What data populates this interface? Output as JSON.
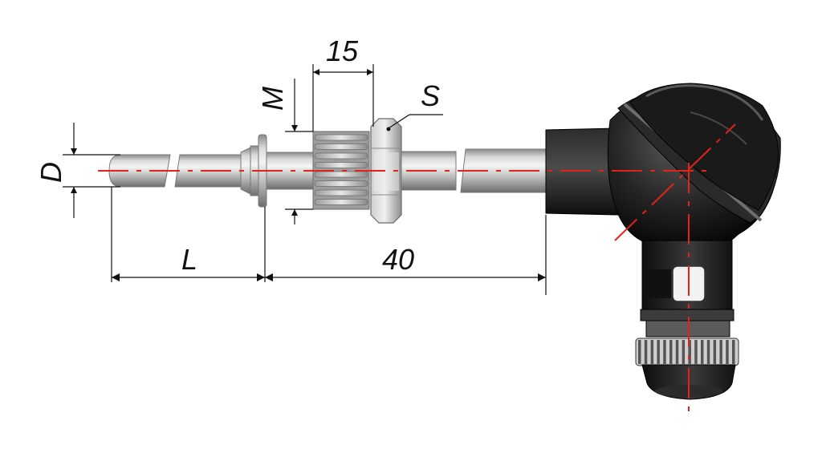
{
  "drawing": {
    "labels": {
      "D": "D",
      "M": "M",
      "dim_15": "15",
      "S": "S",
      "L": "L",
      "dim_40": "40"
    },
    "colors": {
      "centerline": "#e2231a",
      "dimension_line": "#111111",
      "metal_light": "#e6e6e6",
      "metal_mid": "#b8b8b8",
      "metal_dark": "#7a7a7a",
      "head_black": "#1c1c1c"
    }
  }
}
